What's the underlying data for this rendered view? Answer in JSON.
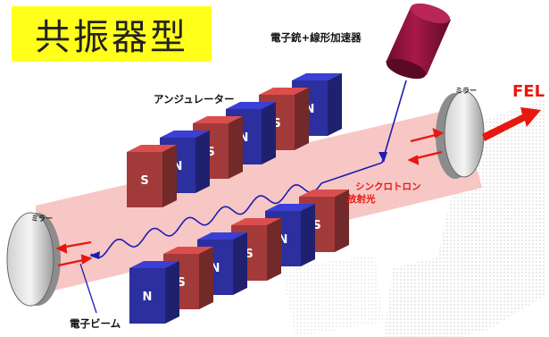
{
  "title": "共振器型",
  "labels": {
    "electron_gun": "電子銃+線形加速器",
    "undulator": "アンジュレーター",
    "mirror_right": "ミラー",
    "mirror_left": "ミラー",
    "fel": "FEL",
    "synchrotron_line1": "シンクロトロン",
    "synchrotron_line2": "放射光",
    "electron_beam": "電子ビーム"
  },
  "upper_magnets": [
    "S",
    "N",
    "S",
    "N",
    "S",
    "N"
  ],
  "lower_magnets": [
    "N",
    "S",
    "N",
    "S",
    "N",
    "S"
  ],
  "colors": {
    "title_bg": "#ffff1a",
    "magnet_red": "#a33a3a",
    "magnet_blue": "#2c2f9e",
    "beam_pink": "#f6c1bf",
    "electron_line": "#1d1db0",
    "arrow_red": "#e8170f",
    "gun_body": "#8e1238"
  }
}
